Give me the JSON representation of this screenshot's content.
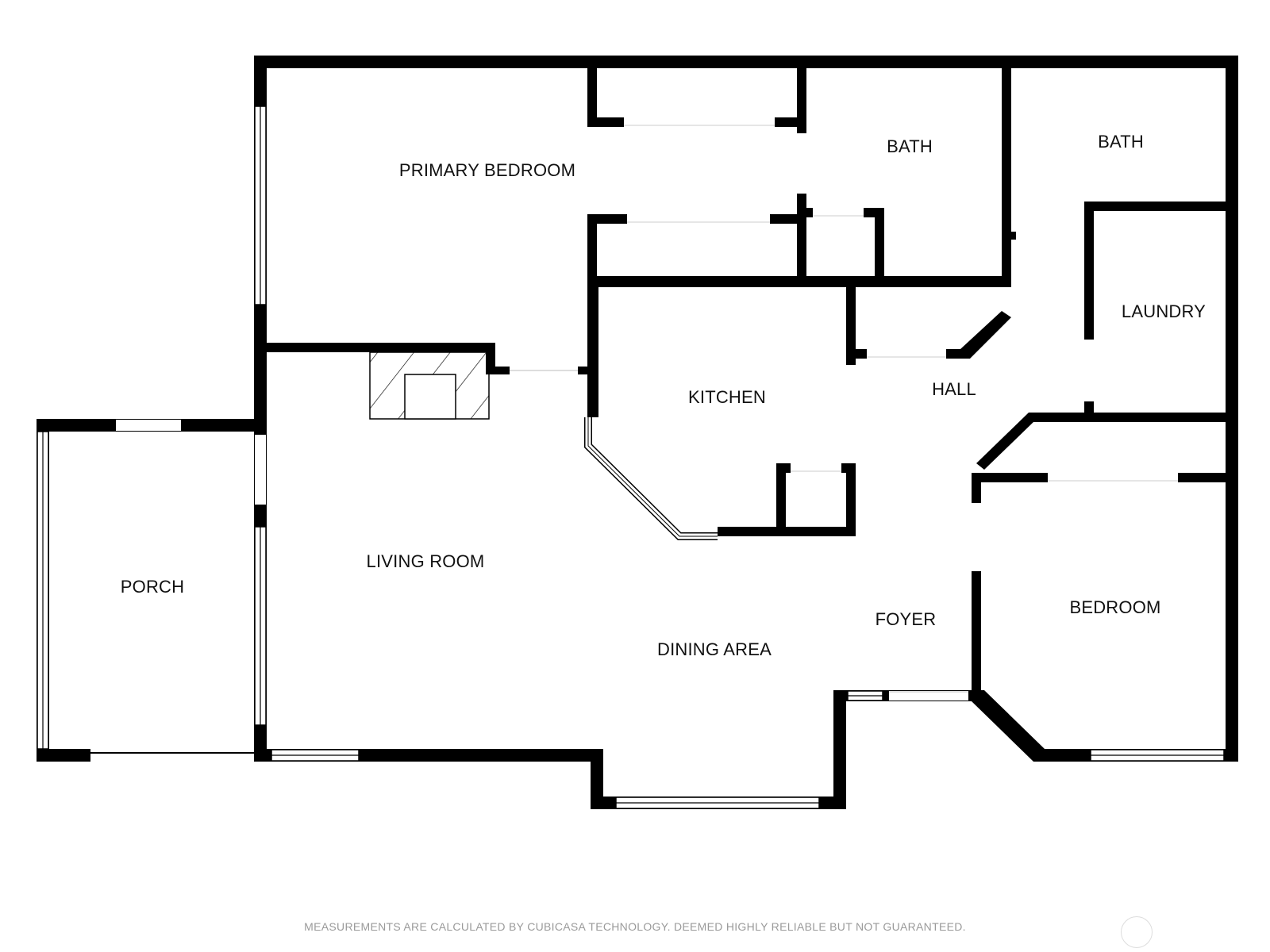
{
  "rooms": {
    "primary_bedroom": "PRIMARY BEDROOM",
    "bath_1": "BATH",
    "bath_2": "BATH",
    "laundry": "LAUNDRY",
    "kitchen": "KITCHEN",
    "hall": "HALL",
    "porch": "PORCH",
    "living_room": "LIVING ROOM",
    "dining_area": "DINING AREA",
    "foyer": "FOYER",
    "bedroom": "BEDROOM"
  },
  "footer": {
    "disclaimer": "MEASUREMENTS ARE CALCULATED BY CUBICASA TECHNOLOGY. DEEMED HIGHLY RELIABLE BUT NOT GUARANTEED."
  },
  "colors": {
    "wall": "#000000",
    "background": "#ffffff",
    "footer_text": "#9a9a9a"
  }
}
